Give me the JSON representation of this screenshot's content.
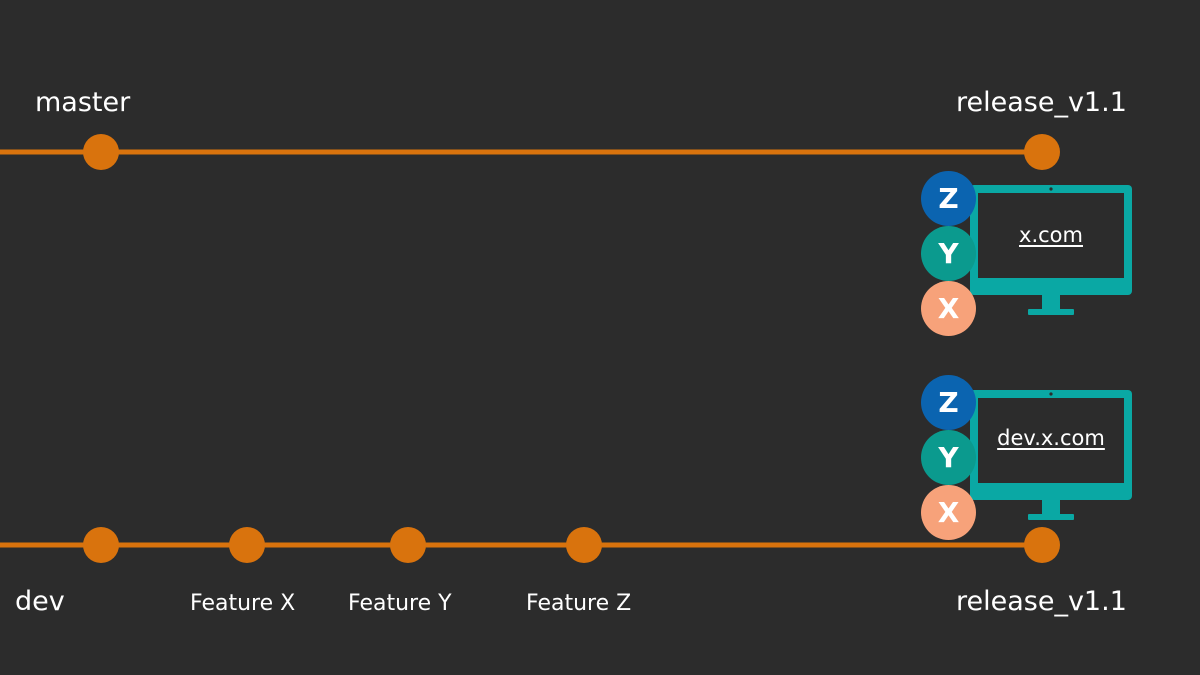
{
  "branches": {
    "master": {
      "name": "master",
      "tag": "release_v1.1"
    },
    "dev": {
      "name": "dev",
      "commits": [
        "Feature X",
        "Feature Y",
        "Feature Z"
      ],
      "tag": "release_v1.1"
    }
  },
  "environments": {
    "production": {
      "domain": "x.com",
      "features": [
        "Z",
        "Y",
        "X"
      ]
    },
    "development": {
      "domain": "dev.x.com",
      "features": [
        "Z",
        "Y",
        "X"
      ]
    }
  },
  "colors": {
    "background": "#2c2c2c",
    "branch_line": "#d9730d",
    "monitor": "#0aa8a4",
    "badge_z": "#0b64b0",
    "badge_y": "#0b9a8e",
    "badge_x": "#f7a27a"
  }
}
